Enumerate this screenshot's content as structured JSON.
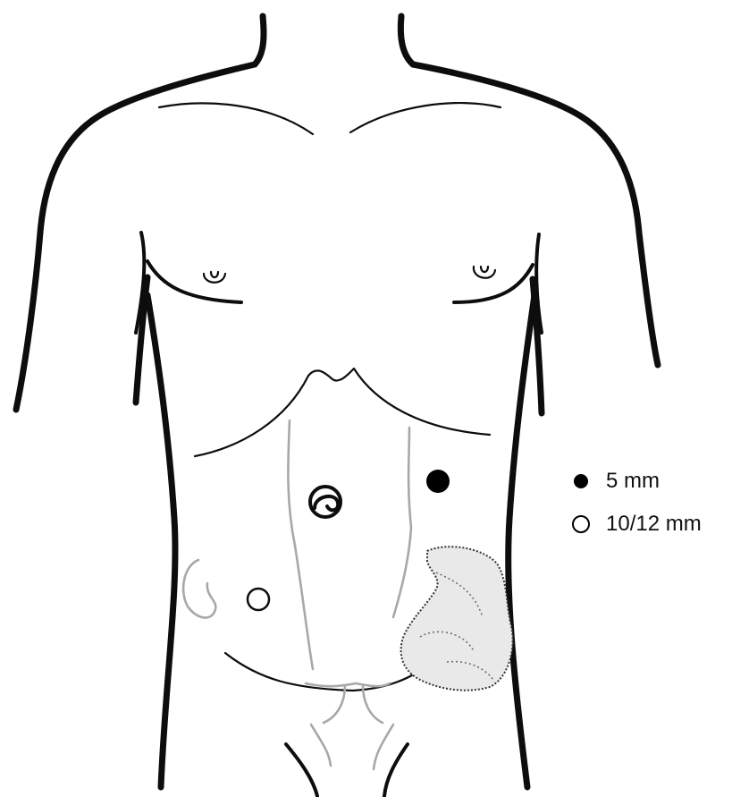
{
  "legend": {
    "items": [
      {
        "label": "5 mm",
        "marker": "filled-circle"
      },
      {
        "label": "10/12 mm",
        "marker": "hollow-circle"
      }
    ]
  },
  "colors": {
    "outline": "#0d0d0d",
    "secondary_lines": "#a8a8a8",
    "port_5mm": "#000000",
    "port_10_12mm": "#ffffff"
  }
}
